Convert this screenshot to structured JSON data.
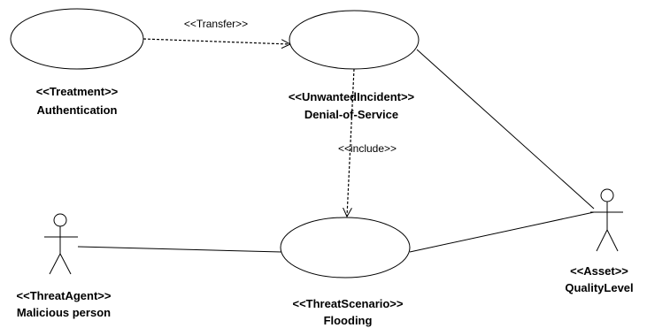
{
  "edges": {
    "transfer": "<<Transfer>>",
    "include": "<<include>>"
  },
  "nodes": {
    "treatment": {
      "stereotype": "<<Treatment>>",
      "name": "Authentication"
    },
    "unwanted_incident": {
      "stereotype": "<<UnwantedIncident>>",
      "name": "Denial-of-Service"
    },
    "threat_scenario": {
      "stereotype": "<<ThreatScenario>>",
      "name": "Flooding"
    },
    "threat_agent": {
      "stereotype": "<<ThreatAgent>>",
      "name": "Malicious person"
    },
    "asset": {
      "stereotype": "<<Asset>>",
      "name": "QualityLevel"
    }
  },
  "colors": {
    "stroke": "#000000",
    "background": "#ffffff"
  }
}
